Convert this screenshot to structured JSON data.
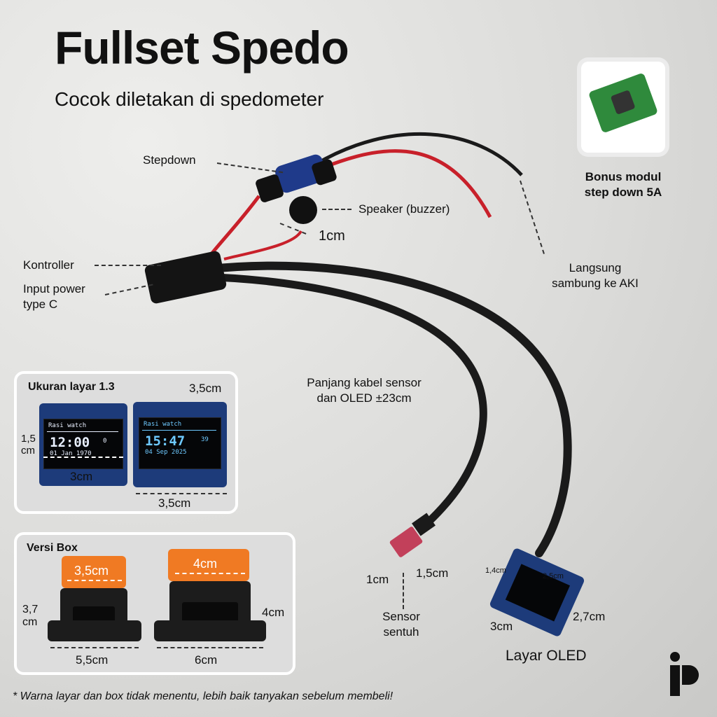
{
  "title": "Fullset Spedo",
  "subtitle": "Cocok diletakan di spedometer",
  "bonus": {
    "label_line1": "Bonus modul",
    "label_line2": "step down 5A"
  },
  "callouts": {
    "stepdown": "Stepdown",
    "speaker": "Speaker (buzzer)",
    "one_cm": "1cm",
    "kontroller": "Kontroller",
    "input_power_line1": "Input power",
    "input_power_line2": "type C",
    "langsung_line1": "Langsung",
    "langsung_line2": "sambung ke AKI",
    "cable_length_line1": "Panjang kabel sensor",
    "cable_length_line2": "dan OLED ±23cm",
    "sensor_line1": "Sensor",
    "sensor_line2": "sentuh",
    "sensor_w": "1cm",
    "sensor_h": "1,5cm",
    "oled_label": "Layar OLED",
    "oled_w1": "1,4cm",
    "oled_w2": "2,5cm",
    "oled_w3": "3cm",
    "oled_h": "2,7cm"
  },
  "screen_inset": {
    "title": "Ukuran layar 1.3",
    "dim_top": "3,5cm",
    "dim_left_line1": "1,5",
    "dim_left_line2": "cm",
    "dim_inner": "3cm",
    "dim_bottom": "3,5cm",
    "screen1": {
      "header": "Rasi watch",
      "time": "12:00",
      "date": "01 Jan 1970",
      "temp": "0"
    },
    "screen2": {
      "header": "Rasi watch",
      "time": "15:47",
      "date": "04 Sep 2025",
      "temp": "39"
    }
  },
  "box_inset": {
    "title": "Versi Box",
    "box1_top": "3,5cm",
    "box2_top": "4cm",
    "box1_left_line1": "3,7",
    "box1_left_line2": "cm",
    "box2_right": "4cm",
    "box1_bottom": "5,5cm",
    "box2_bottom": "6cm"
  },
  "footnote": "* Warna layar dan box tidak menentu, lebih baik tanyakan sebelum membeli!",
  "colors": {
    "oled_board": "#1d3b7a",
    "box_orange": "#f07a23",
    "wire_red": "#c8202a",
    "wire_black": "#1a1a1a"
  }
}
